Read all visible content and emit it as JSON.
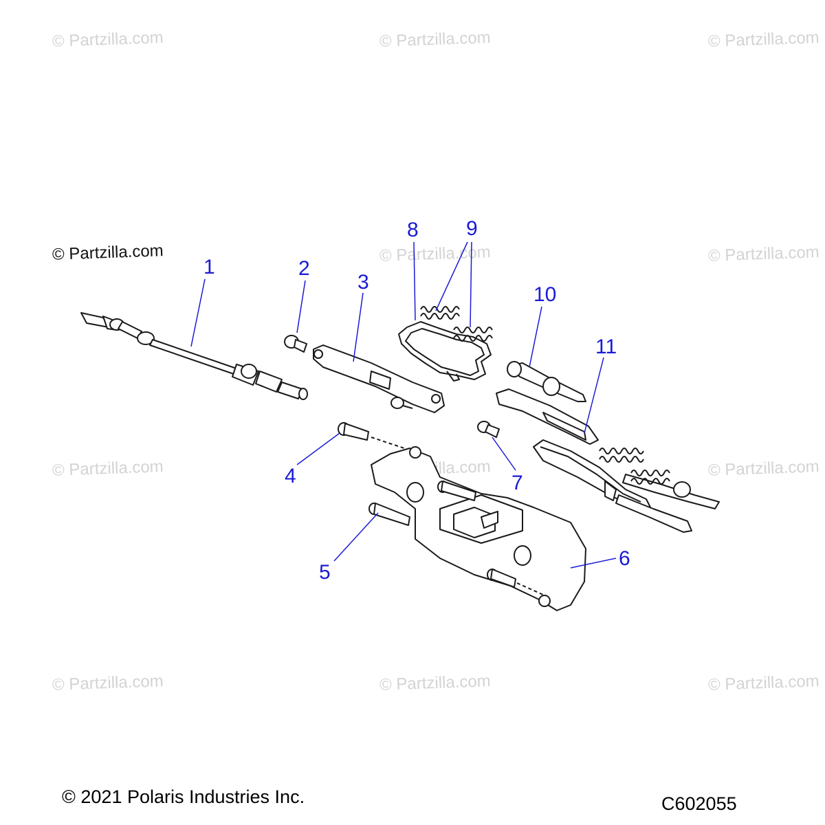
{
  "watermark": {
    "text": "© Partzilla.com",
    "prominent_text": "© Partzilla.com"
  },
  "callouts": {
    "c1": "1",
    "c2": "2",
    "c3": "3",
    "c4": "4",
    "c5": "5",
    "c6": "6",
    "c7": "7",
    "c8": "8",
    "c9": "9",
    "c10": "10",
    "c11": "11"
  },
  "footer": {
    "copyright": "© 2021 Polaris Industries Inc.",
    "diagram_code": "C602055"
  },
  "colors": {
    "callout": "#1a1ad6",
    "line_art": "#1a1a1a",
    "watermark": "#d3d3d3"
  }
}
